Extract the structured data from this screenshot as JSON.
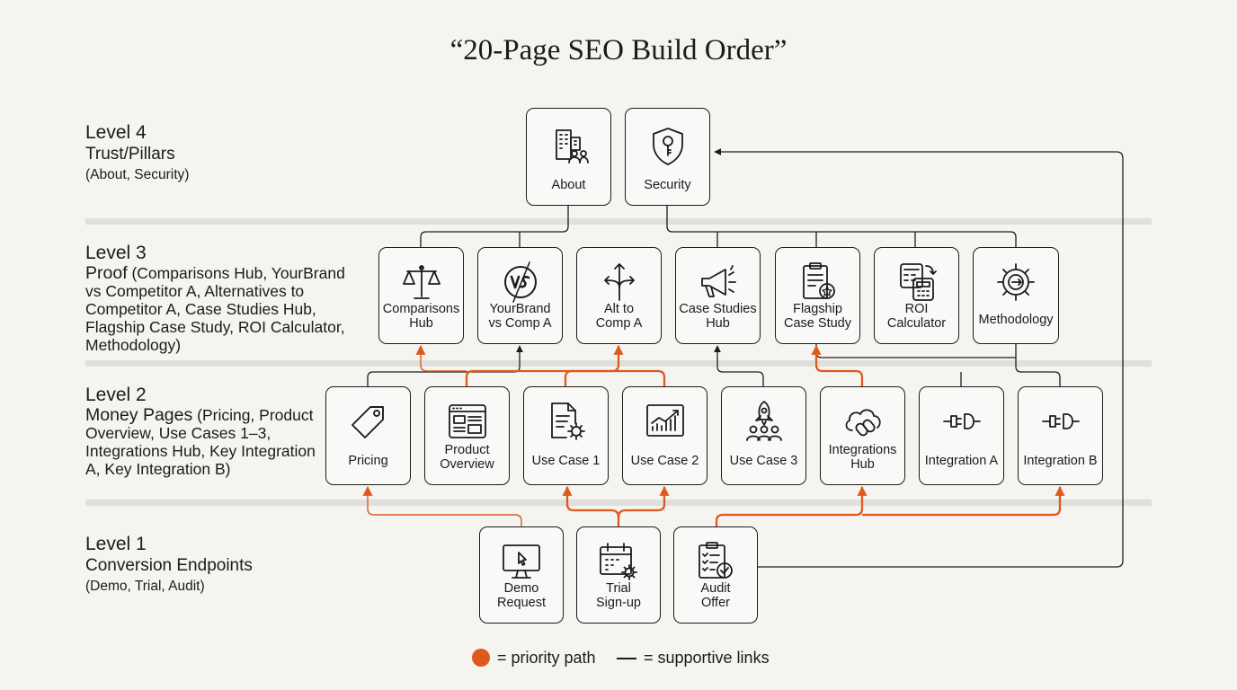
{
  "title": "“20-Page SEO Build Order”",
  "colors": {
    "priority": "#de5a1c",
    "supportive": "#1c1c1c",
    "band": "#e1dfdb",
    "background": "#f5f4f1"
  },
  "levels": {
    "level4": {
      "name": "Level 4",
      "desc": "Trust/Pillars",
      "sub": "(About, Security)"
    },
    "level3": {
      "name": "Level 3",
      "lead": "Proof",
      "desc": " (Comparisons Hub, YourBrand vs Competitor A, Alternatives to Competitor A, Case Studies Hub, Flagship Case Study, ROI Calculator, Methodology)"
    },
    "level2": {
      "name": "Level 2",
      "lead": "Money Pages",
      "desc": " (Pricing, Product Overview, Use Cases 1–3, Integrations Hub, Key Integration A, Key Integration B)"
    },
    "level1": {
      "name": "Level 1",
      "desc": "Conversion Endpoints",
      "sub": "(Demo, Trial, Audit)"
    }
  },
  "nodes": {
    "about": {
      "label": "About",
      "icon": "building-people-icon"
    },
    "security": {
      "label": "Security",
      "icon": "shield-key-icon"
    },
    "comparisons_hub": {
      "label": "Comparisons\nHub",
      "icon": "scales-icon"
    },
    "yourbrand_vs": {
      "label": "YourBrand\nvs Comp A",
      "icon": "versus-icon"
    },
    "alt_to": {
      "label": "Alt to\nComp A",
      "icon": "split-arrows-icon"
    },
    "case_studies_hub": {
      "label": "Case Studies\nHub",
      "icon": "megaphone-icon"
    },
    "flagship": {
      "label": "Flagship\nCase Study",
      "icon": "clipboard-star-icon"
    },
    "roi": {
      "label": "ROI\nCalculator",
      "icon": "calculator-icon"
    },
    "methodology": {
      "label": "Methodology",
      "icon": "gear-cycle-icon"
    },
    "pricing": {
      "label": "Pricing",
      "icon": "price-tag-icon"
    },
    "product_overview": {
      "label": "Product\nOverview",
      "icon": "browser-layout-icon"
    },
    "use_case_1": {
      "label": "Use Case 1",
      "icon": "document-gear-icon"
    },
    "use_case_2": {
      "label": "Use Case 2",
      "icon": "chart-up-icon"
    },
    "use_case_3": {
      "label": "Use Case 3",
      "icon": "rocket-team-icon"
    },
    "integrations_hub": {
      "label": "Integrations\nHub",
      "icon": "cloud-link-icon"
    },
    "integration_a": {
      "label": "Integration A",
      "icon": "plug-icon"
    },
    "integration_b": {
      "label": "Integration B",
      "icon": "plug-icon"
    },
    "demo": {
      "label": "Demo\nRequest",
      "icon": "monitor-cursor-icon"
    },
    "trial": {
      "label": "Trial\nSign-up",
      "icon": "calendar-gear-icon"
    },
    "audit": {
      "label": "Audit\nOffer",
      "icon": "clipboard-check-icon"
    }
  },
  "legend": {
    "priority": "= priority path",
    "supportive": "= supportive links"
  }
}
